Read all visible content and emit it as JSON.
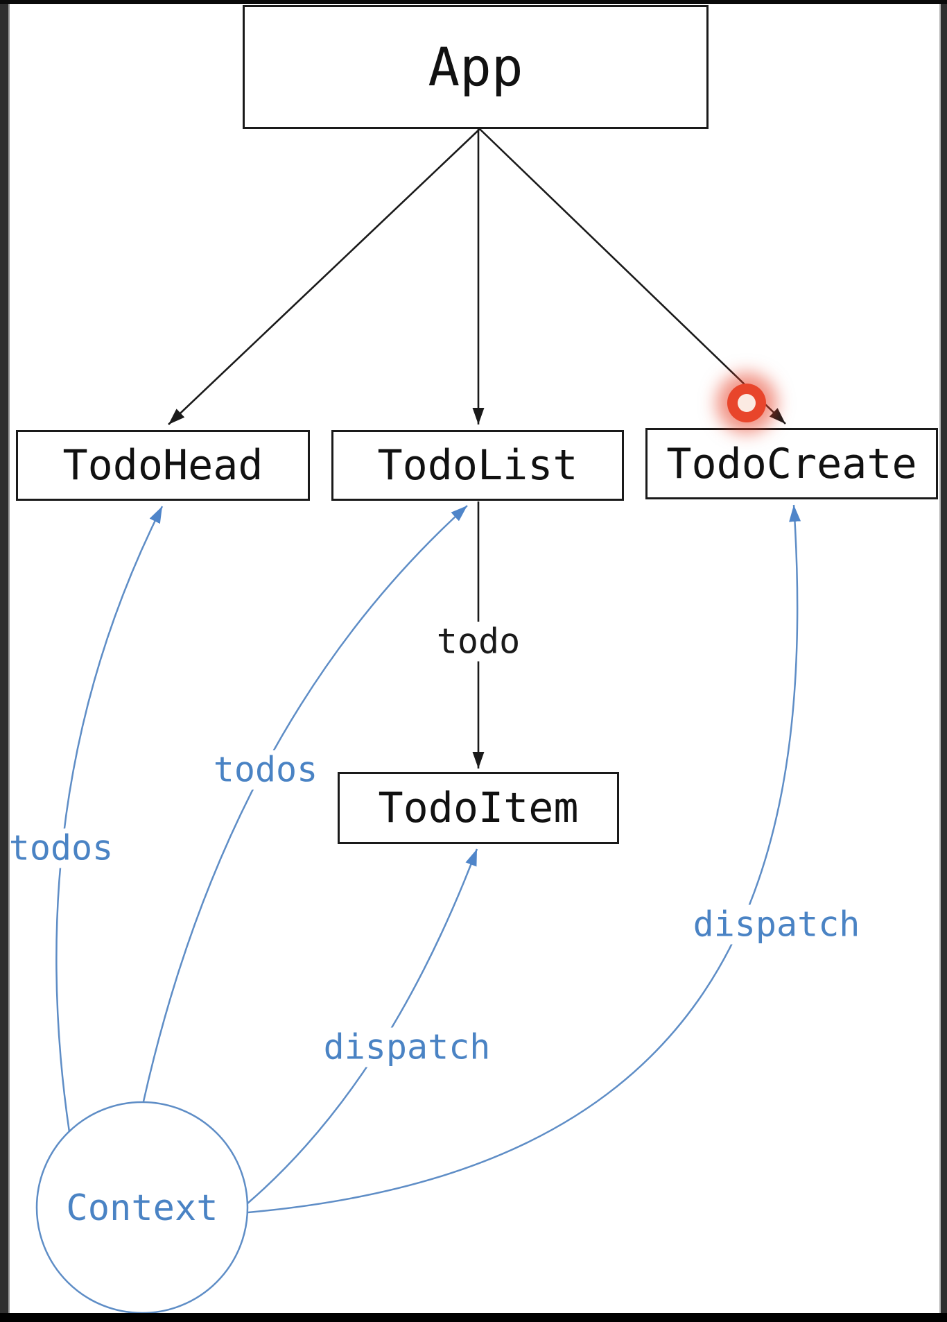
{
  "diagram": {
    "nodes": {
      "app": "App",
      "todo_head": "TodoHead",
      "todo_list": "TodoList",
      "todo_create": "TodoCreate",
      "todo_item": "TodoItem",
      "context": "Context"
    },
    "edge_labels": {
      "todo": "todo",
      "todos_to_head": "todos",
      "todos_to_list": "todos",
      "dispatch_to_item": "dispatch",
      "dispatch_to_create": "dispatch"
    },
    "colors": {
      "black_line": "#1a1a1a",
      "blue_line": "#5e8dc6",
      "blue_text": "#4a83c4",
      "red_highlight": "#e8452b"
    }
  }
}
